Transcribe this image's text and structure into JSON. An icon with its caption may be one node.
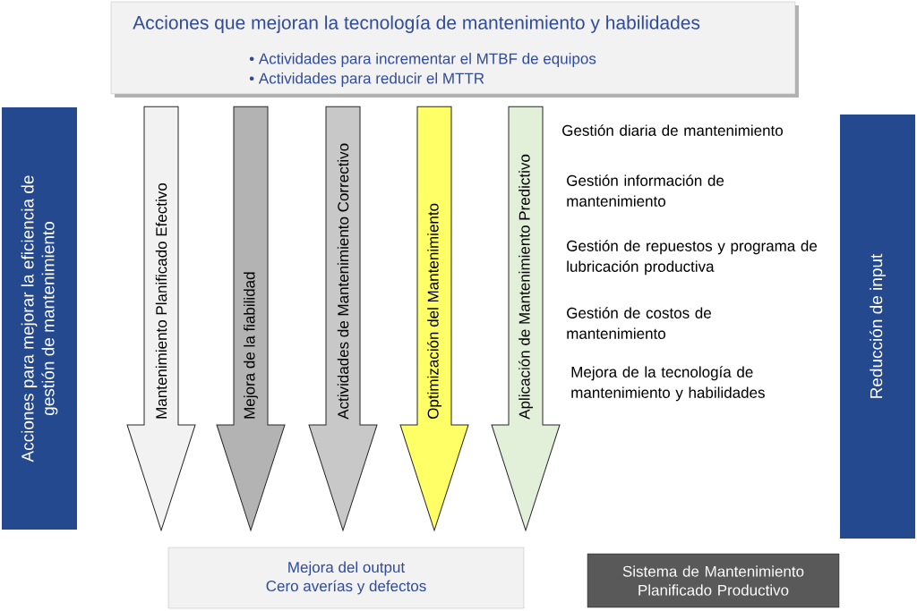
{
  "diagram": {
    "nodes": [
      {
        "text": [
          "Acciones que mejoran la tecnología de mantenimiento y habilidades",
          "• Actividades para incrementar el MTBF de equipos",
          "• Actividades para reducir el MTTR"
        ]
      },
      {
        "text": [
          "Acciones para mejorar la eficiencia de gestión de mantenimiento"
        ]
      },
      {
        "text": [
          "Reducción de input"
        ]
      },
      {
        "text": [
          "Mejora del output",
          "Cero averías y defectos"
        ]
      },
      {
        "text": [
          "Sistema de Mantenimiento Planificado Productivo"
        ]
      }
    ],
    "edges": [
      {
        "from": 0,
        "to": 3,
        "arrow": "to",
        "label": "Mantenimiento Planificado Efectivo",
        "color": "#f2f2f2"
      },
      {
        "from": 0,
        "to": 3,
        "arrow": "to",
        "label": "Mejora de la fiabilidad",
        "color": "#b3b3b3"
      },
      {
        "from": 0,
        "to": 3,
        "arrow": "to",
        "label": "Actividades de Mantenimiento Correctivo",
        "color": "#c8c8c8"
      },
      {
        "from": 0,
        "to": 3,
        "arrow": "to",
        "label": "Optimización del Mantenimiento",
        "color": "#ffff66"
      },
      {
        "from": 0,
        "to": 3,
        "arrow": "to",
        "label": "Aplicación de Mantenimiento Predictivo",
        "color": "#e2efd9"
      }
    ],
    "labels": [
      "Gestión diaria de mantenimiento",
      "Gestión información de mantenimiento",
      "Gestión de repuestos y programa de lubricación productiva",
      "Gestión de costos de mantenimiento",
      "Mejora de la tecnología de mantenimiento y habilidades"
    ]
  }
}
